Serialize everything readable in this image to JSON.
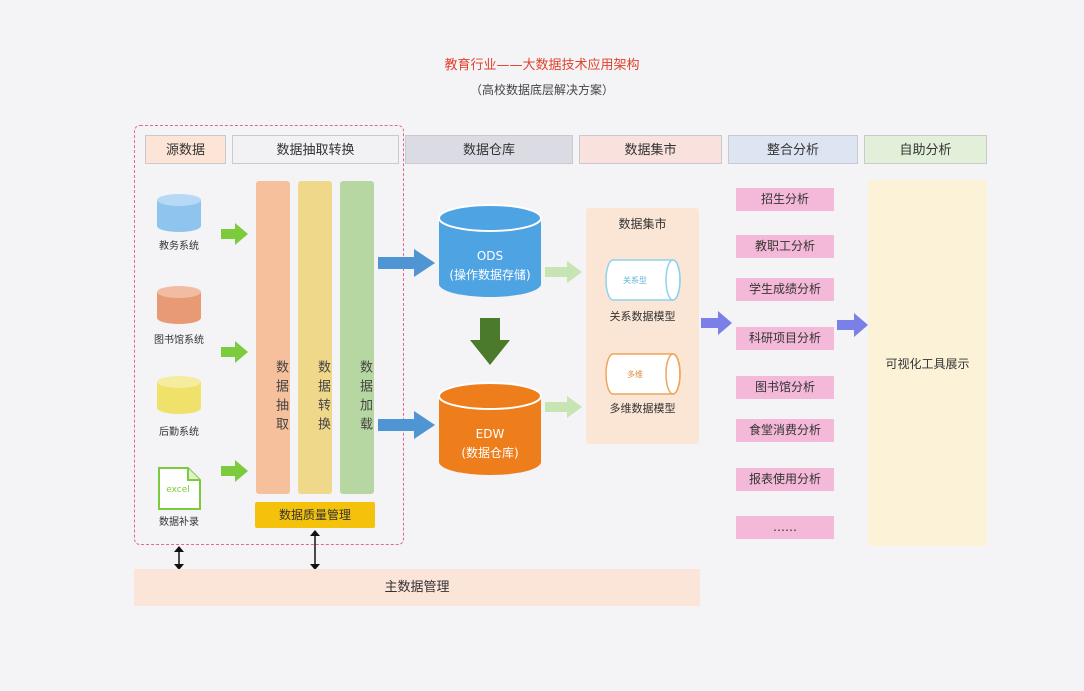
{
  "title": "教育行业——大数据技术应用架构",
  "subtitle": "（高校数据底层解决方案）",
  "headers": {
    "source": "源数据",
    "etl": "数据抽取转换",
    "warehouse": "数据仓库",
    "datamart": "数据集市",
    "analysis": "整合分析",
    "self_service": "自助分析"
  },
  "sources": [
    {
      "label": "教务系统",
      "icon": "database-icon",
      "color": "#8fc4ef"
    },
    {
      "label": "图书馆系统",
      "icon": "database-icon",
      "color": "#e89a75"
    },
    {
      "label": "后勤系统",
      "icon": "database-icon",
      "color": "#f0e16b"
    },
    {
      "label": "数据补录",
      "icon": "excel-file-icon",
      "icon_text": "excel"
    }
  ],
  "etl_columns": [
    {
      "label": "数据抽取",
      "color": "#f5c09b"
    },
    {
      "label": "数据转换",
      "color": "#f0d88a"
    },
    {
      "label": "数据加载",
      "color": "#b6d7a1"
    }
  ],
  "quality": "数据质量管理",
  "master": "主数据管理",
  "ods": {
    "line1": "ODS",
    "line2": "(操作数据存储)",
    "color": "#4ea3e3"
  },
  "edw": {
    "line1": "EDW",
    "line2": "(数据仓库)",
    "color": "#ee7d1c"
  },
  "datamart": {
    "title": "数据集市",
    "relational": {
      "icon_text": "关系型",
      "label": "关系数据模型"
    },
    "multidim": {
      "icon_text": "多维",
      "label": "多维数据模型"
    }
  },
  "analysis_items": [
    "招生分析",
    "教职工分析",
    "学生成绩分析",
    "科研项目分析",
    "图书馆分析",
    "食堂消费分析",
    "报表使用分析",
    "……"
  ],
  "visual": "可视化工具展示",
  "colors": {
    "green_arrow": "#7ccb3c",
    "blue_arrow": "#4f95d4",
    "dark_green_arrow": "#4b7a2a",
    "light_green_arrow": "#c6e5b3",
    "purple_arrow": "#7b7fe8"
  }
}
